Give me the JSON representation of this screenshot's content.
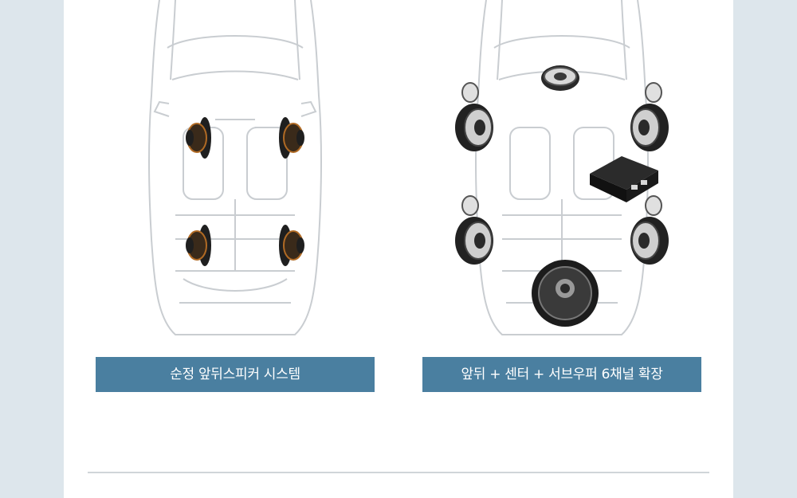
{
  "captions": {
    "left": "순정 앞뒤스피커 시스템",
    "right": "앞뒤 + 센터 + 서브우퍼 6채널 확장"
  },
  "colors": {
    "page_background": "#dde6ec",
    "panel": "#ffffff",
    "caption_bar": "#4a7fa0",
    "car_outline": "#c9cdd1",
    "speaker_dark": "#1f1f1f",
    "speaker_accent": "#b06a24",
    "divider": "#d0d5d9"
  },
  "icons": {
    "left_diagram": [
      "car-outline",
      "speaker-icon"
    ],
    "right_diagram": [
      "car-outline",
      "speaker-icon",
      "center-speaker-icon",
      "amplifier-icon",
      "subwoofer-icon"
    ]
  }
}
